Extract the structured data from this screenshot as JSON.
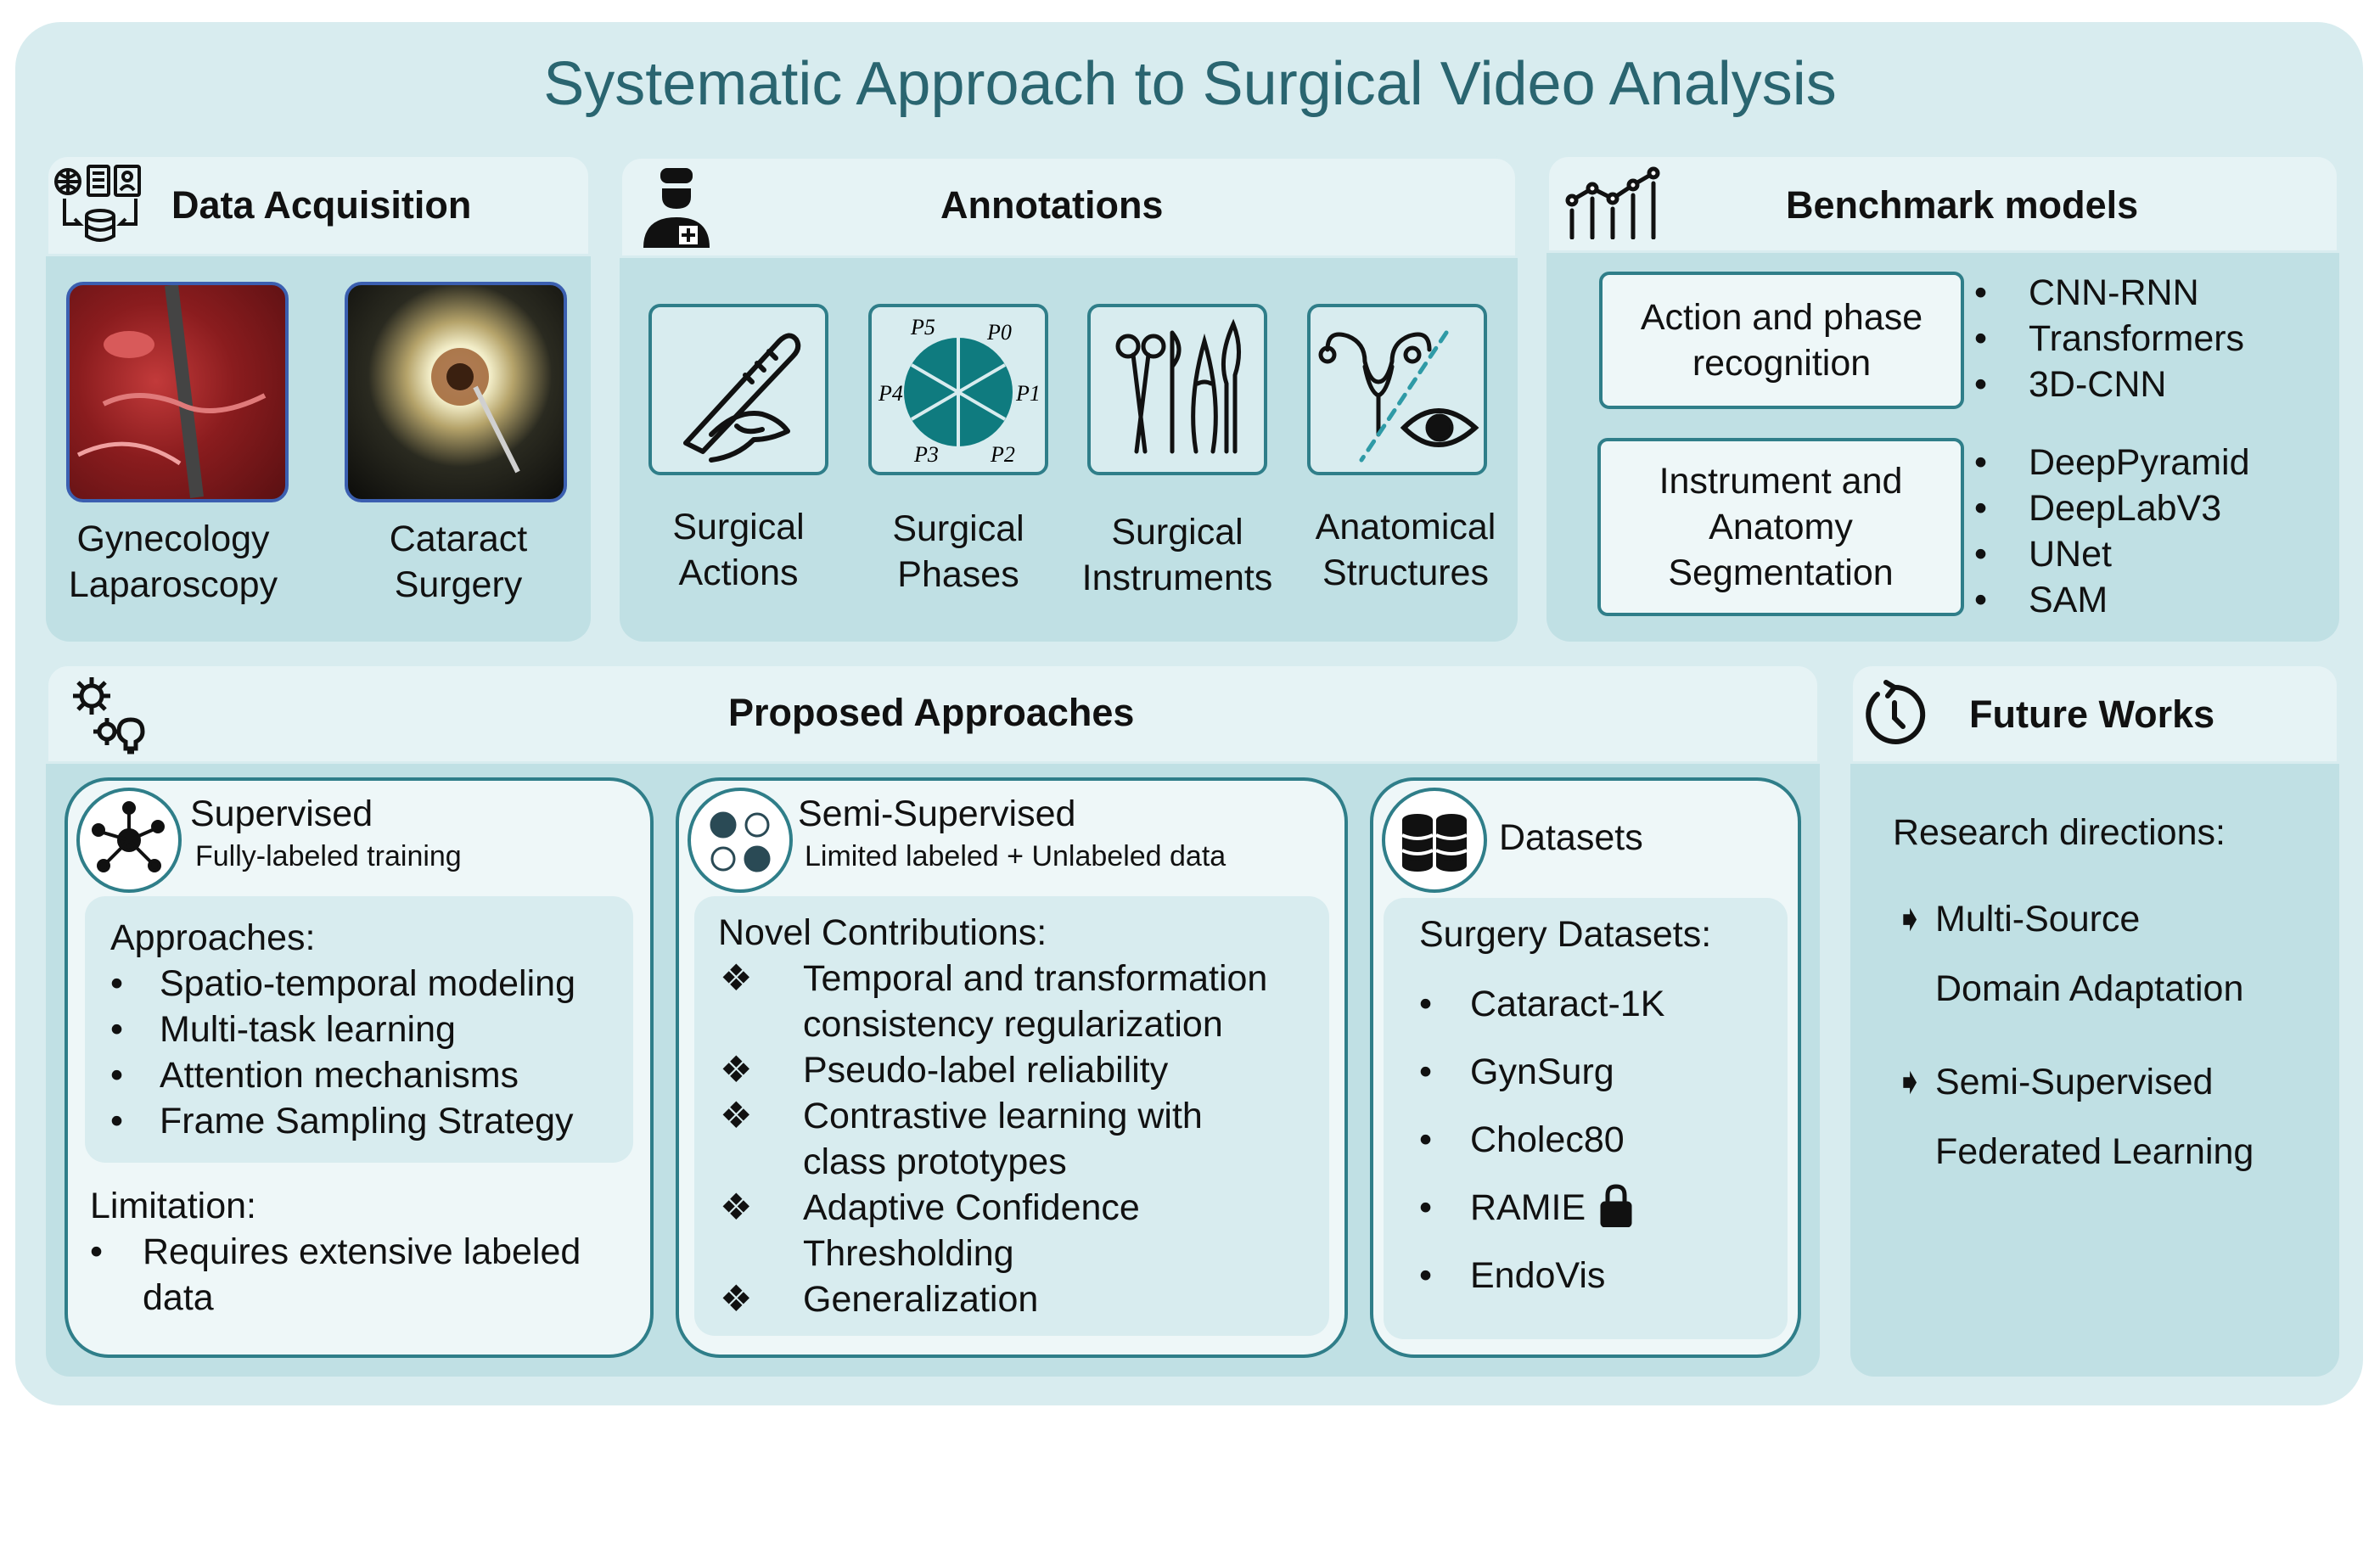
{
  "title": "Systematic Approach to Surgical Video Analysis",
  "data_acquisition": {
    "header": "Data Acquisition",
    "items": [
      {
        "line1": "Gynecology",
        "line2": "Laparoscopy"
      },
      {
        "line1": "Cataract",
        "line2": "Surgery"
      }
    ]
  },
  "annotations": {
    "header": "Annotations",
    "items": [
      {
        "line1": "Surgical",
        "line2": "Actions"
      },
      {
        "line1": "Surgical",
        "line2": "Phases"
      },
      {
        "line1": "Surgical",
        "line2": "Instruments"
      },
      {
        "line1": "Anatomical",
        "line2": "Structures"
      }
    ],
    "phase_labels": [
      "P0",
      "P1",
      "P2",
      "P3",
      "P4",
      "P5"
    ]
  },
  "benchmark": {
    "header": "Benchmark models",
    "groups": [
      {
        "box_lines": [
          "Action and phase",
          "recognition"
        ],
        "models": [
          "CNN-RNN",
          "Transformers",
          "3D-CNN"
        ]
      },
      {
        "box_lines": [
          "Instrument and",
          "Anatomy",
          "Segmentation"
        ],
        "models": [
          "DeepPyramid",
          "DeepLabV3",
          "UNet",
          "SAM"
        ]
      }
    ]
  },
  "proposed": {
    "header": "Proposed Approaches",
    "supervised": {
      "title": "Supervised",
      "subtitle": "Fully-labeled training",
      "approaches_heading": "Approaches:",
      "approaches": [
        "Spatio-temporal modeling",
        "Multi-task learning",
        "Attention mechanisms",
        "Frame Sampling Strategy"
      ],
      "limitation_heading": "Limitation:",
      "limitation_lines": [
        "Requires extensive labeled",
        "data"
      ]
    },
    "semi": {
      "title": "Semi-Supervised",
      "subtitle": "Limited labeled + Unlabeled data",
      "heading": "Novel Contributions:",
      "lines": [
        "Temporal and transformation",
        "consistency regularization",
        "Pseudo-label reliability",
        "Contrastive learning with",
        "class prototypes",
        "Adaptive Confidence",
        "Thresholding",
        "Generalization"
      ]
    },
    "datasets": {
      "title": "Datasets",
      "heading": "Surgery Datasets:",
      "items": [
        "Cataract-1K",
        "GynSurg",
        "Cholec80",
        "RAMIE",
        "EndoVis"
      ]
    }
  },
  "future": {
    "header": "Future Works",
    "heading": "Research directions:",
    "items": [
      {
        "line1": "Multi-Source",
        "line2": "Domain Adaptation"
      },
      {
        "line1": "Semi-Supervised",
        "line2": "Federated Learning"
      }
    ]
  },
  "colors": {
    "accent": "#2f7e89",
    "title": "#2a6570",
    "panel": "#c0e0e4",
    "frame": "#d8ecef"
  }
}
